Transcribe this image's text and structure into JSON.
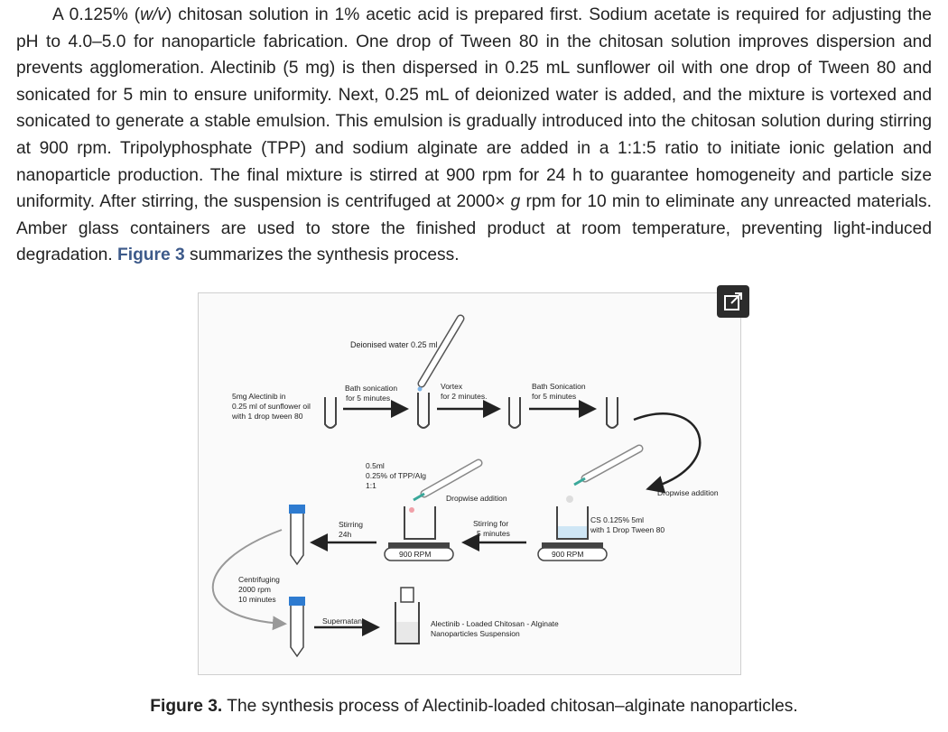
{
  "paragraph": {
    "p1": "A 0.125% (",
    "wv": "w/v",
    "p2": ") chitosan solution in 1% acetic acid is prepared first. Sodium acetate is required for adjusting the pH to 4.0–5.0 for nanoparticle fabrication. One drop of Tween 80 in the chitosan solution improves dispersion and prevents agglomeration. Alectinib (5 mg) is then dispersed in 0.25 mL sunflower oil with one drop of Tween 80 and sonicated for 5 min to ensure uniformity. Next, 0.25 mL of deionized water is added, and the mixture is vortexed and sonicated to generate a stable emulsion. This emulsion is gradually introduced into the chitosan solution during stirring at 900 rpm. Tripolyphosphate (TPP) and sodium alginate are added in a 1:1:5 ratio to initiate ionic gelation and nanoparticle production. The final mixture is stirred at 900 rpm for 24 h to guarantee homogeneity and particle size uniformity. After stirring, the suspension is centrifuged at 2000× ",
    "g": "g",
    "p3": " rpm for 10 min to eliminate any unreacted materials. Amber glass containers are used to store the finished product at room temperature, preventing light-induced degradation. ",
    "fig_word": "Figure",
    "fig_num": "3",
    "p4": " summarizes the synthesis process."
  },
  "figure": {
    "deionised_water": "Deionised water 0.25 ml",
    "start_l1": "5mg Alectinib in",
    "start_l2": "0.25 ml of sunflower oil",
    "start_l3": "with 1 drop tween 80",
    "bath1_l1": "Bath sonication",
    "bath1_l2": "for 5 minutes",
    "vortex_l1": "Vortex",
    "vortex_l2": "for 2 minutes.",
    "bath2_l1": "Bath Sonication",
    "bath2_l2": "for 5 minutes",
    "tpp_l1": "0.5ml",
    "tpp_l2": "0.25% of TPP/Alg",
    "tpp_l3": "1:1",
    "dropwise1": "Dropwise addition",
    "dropwise2": "Dropwise addition",
    "stir24_l1": "Stirring",
    "stir24_l2": "24h",
    "stir5_l1": "Stirring for",
    "stir5_l2": "5 minutes",
    "cs_l1": "CS 0.125%  5ml",
    "cs_l2": "with 1 Drop Tween 80",
    "rpm1": "900 RPM",
    "rpm2": "900 RPM",
    "cent_l1": "Centrifuging",
    "cent_l2": "2000 rpm",
    "cent_l3": "10 minutes",
    "supernatant": "Supernatant",
    "product_l1": "Alectinib - Loaded Chitosan - Alginate",
    "product_l2": "Nanoparticles Suspension"
  },
  "caption": {
    "label": "Figure 3.",
    "text": " The synthesis process of Alectinib-loaded chitosan–alginate nanoparticles."
  },
  "icons": {
    "expand": "expand-icon"
  },
  "colors": {
    "link": "#3d5a8a",
    "tube_cap": "#2e7bd0",
    "syringe_tip": "#3aa89a"
  }
}
